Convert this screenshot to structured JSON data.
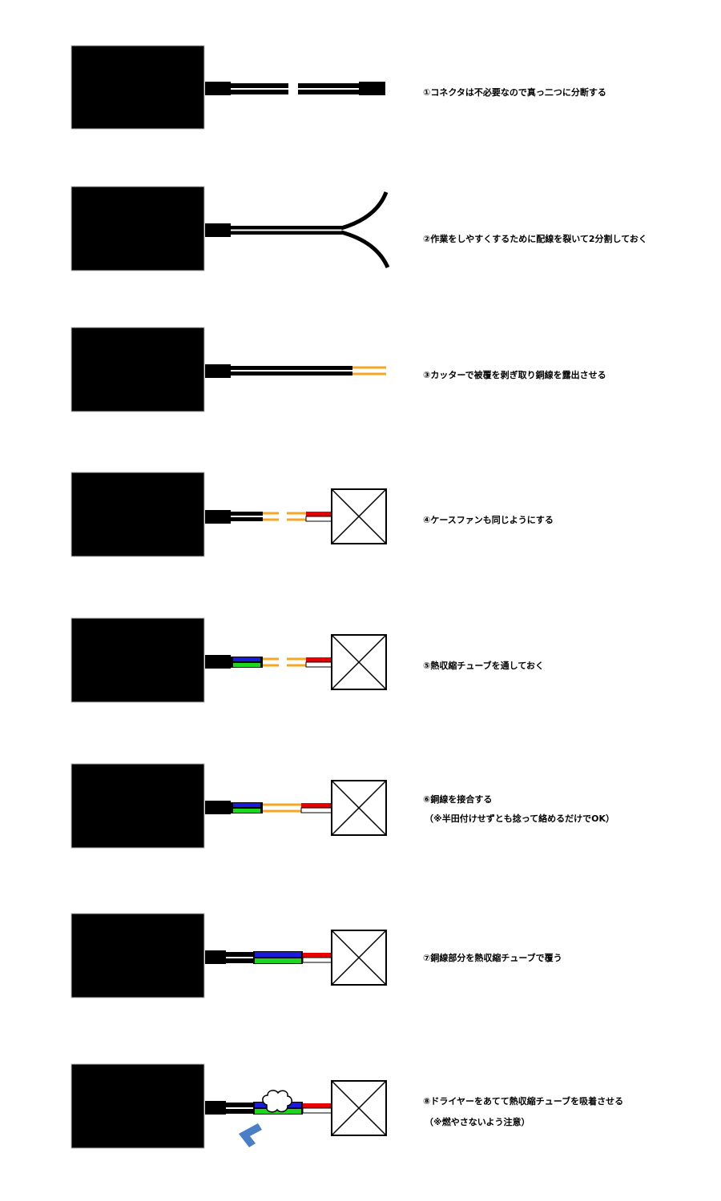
{
  "steps": [
    {
      "label": "①コネクタは不必要なので真っ二つに分断する"
    },
    {
      "label": "②作業をしやすくするために配線を裂いて2分割しておく"
    },
    {
      "label": "③カッターで被覆を剥ぎ取り銅線を露出させる"
    },
    {
      "label": "④ケースファンも同じようにする"
    },
    {
      "label": "⑤熱収縮チューブを通しておく"
    },
    {
      "label": "⑥銅線を接合する",
      "note": "（※半田付けせずとも捻って絡めるだけでOK）"
    },
    {
      "label": "⑦銅線部分を熱収縮チューブで覆う"
    },
    {
      "label": "⑧ドライヤーをあてて熱収縮チューブを吸着させる",
      "note": "（※燃やさないよう注意）"
    }
  ],
  "colors": {
    "device": "#000000",
    "copper": "#f5a623",
    "tube_top": "#1a1adc",
    "tube_bottom": "#1fd61f",
    "fan_wire_red": "#e60000",
    "dryer": "#4a7fc8"
  }
}
